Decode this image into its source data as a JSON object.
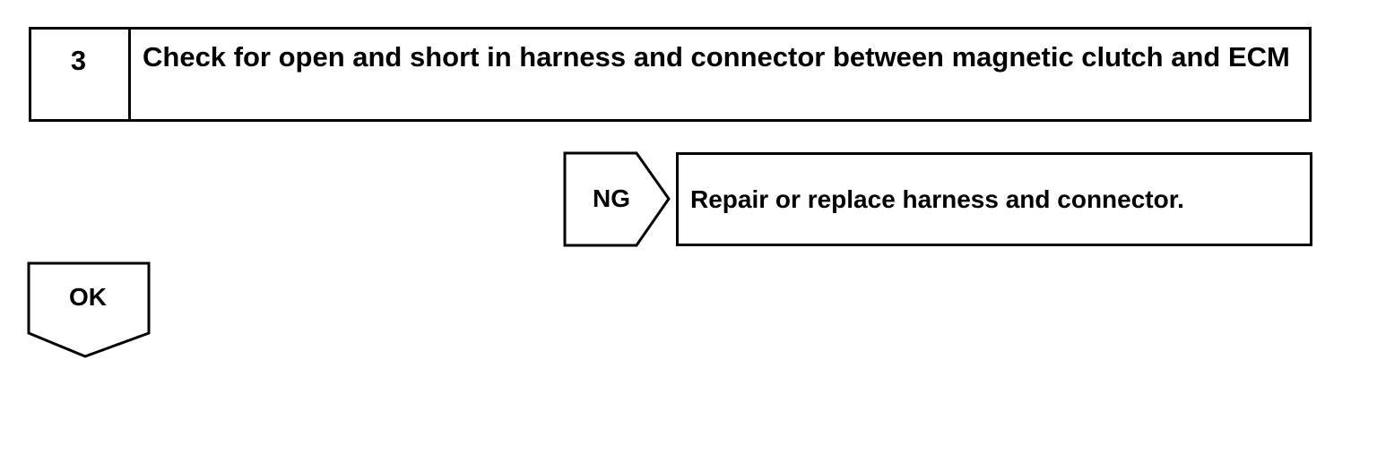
{
  "step": {
    "number": "3",
    "title": "Check for open and short in harness and connector between magnetic clutch and ECM"
  },
  "ng": {
    "label": "NG",
    "action": "Repair or replace harness and connector."
  },
  "ok": {
    "label": "OK"
  }
}
